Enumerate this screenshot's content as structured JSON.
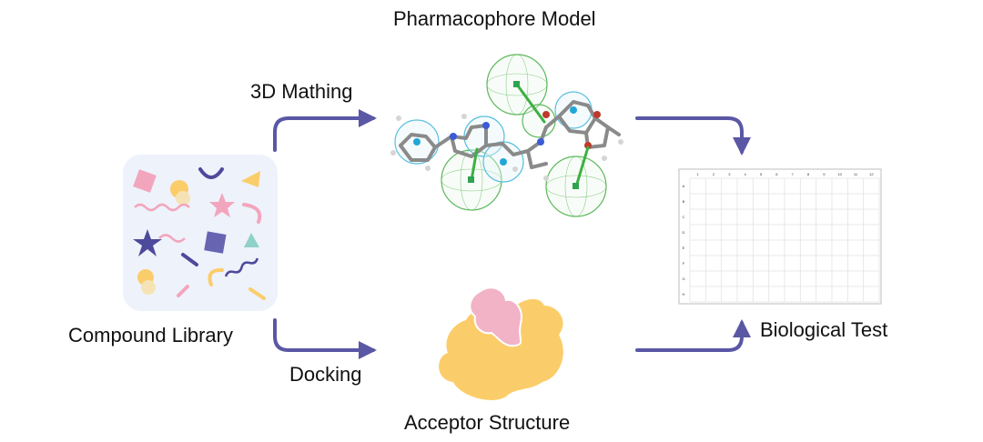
{
  "labels": {
    "pharmacophore_model": "Pharmacophore Model",
    "three_d_matching": "3D Mathing",
    "compound_library": "Compound Library",
    "docking": "Docking",
    "biological_test": "Biological Test",
    "acceptor_structure": "Acceptor Structure"
  },
  "plate": {
    "column_headers": [
      "1",
      "2",
      "3",
      "4",
      "5",
      "6",
      "7",
      "8",
      "9",
      "10",
      "11",
      "12"
    ],
    "row_headers": [
      "A",
      "B",
      "C",
      "D",
      "E",
      "F",
      "G",
      "H"
    ]
  },
  "colors": {
    "arrow": "#5a57a5",
    "library_bg": "#eef2fb",
    "sphere_green": "#5cb85c",
    "sphere_blue": "#5bc0de",
    "pocket_yellow": "#fbcd6a",
    "ligand_pink": "#f2b3c6"
  }
}
